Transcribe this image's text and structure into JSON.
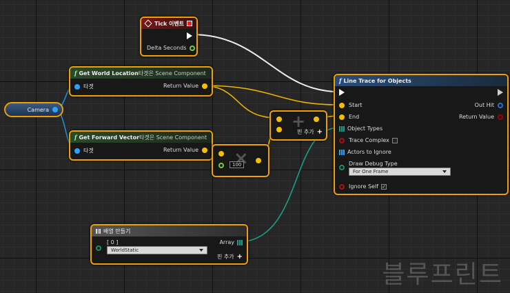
{
  "tick_node": {
    "title": "Tick 이벤트",
    "delta": "Delta Seconds"
  },
  "camera_node": {
    "label": "Camera"
  },
  "get_world": {
    "title": "Get World Location",
    "target_hint": "타겟은 Scene Component",
    "target": "타겟",
    "ret": "Return Value"
  },
  "get_forward": {
    "title": "Get Forward Vector",
    "target_hint": "타겟은 Scene Component",
    "target": "타겟",
    "ret": "Return Value"
  },
  "multiply": {
    "value": "100"
  },
  "add": {
    "add_pin": "핀 추가"
  },
  "line_trace": {
    "title": "Line Trace for Objects",
    "start": "Start",
    "end": "End",
    "out_hit": "Out Hit",
    "ret": "Return Value",
    "object_types": "Object Types",
    "trace_complex": "Trace Complex",
    "actors_ignore": "Actors to Ignore",
    "draw_debug": "Draw Debug Type",
    "draw_debug_value": "For One Frame",
    "ignore_self": "Ignore Self"
  },
  "make_array": {
    "title": "배열 만들기",
    "index": "[ 0 ]",
    "value": "WorldStatic",
    "array": "Array",
    "add_pin": "핀 추가"
  },
  "watermark": "블루프린트",
  "colors": {
    "node_border": "#f0a000",
    "vector_pin": "#f2c000",
    "object_pin": "#2ea0ff",
    "exec_wire": "#ffffff",
    "array_wire": "#1aa085"
  }
}
